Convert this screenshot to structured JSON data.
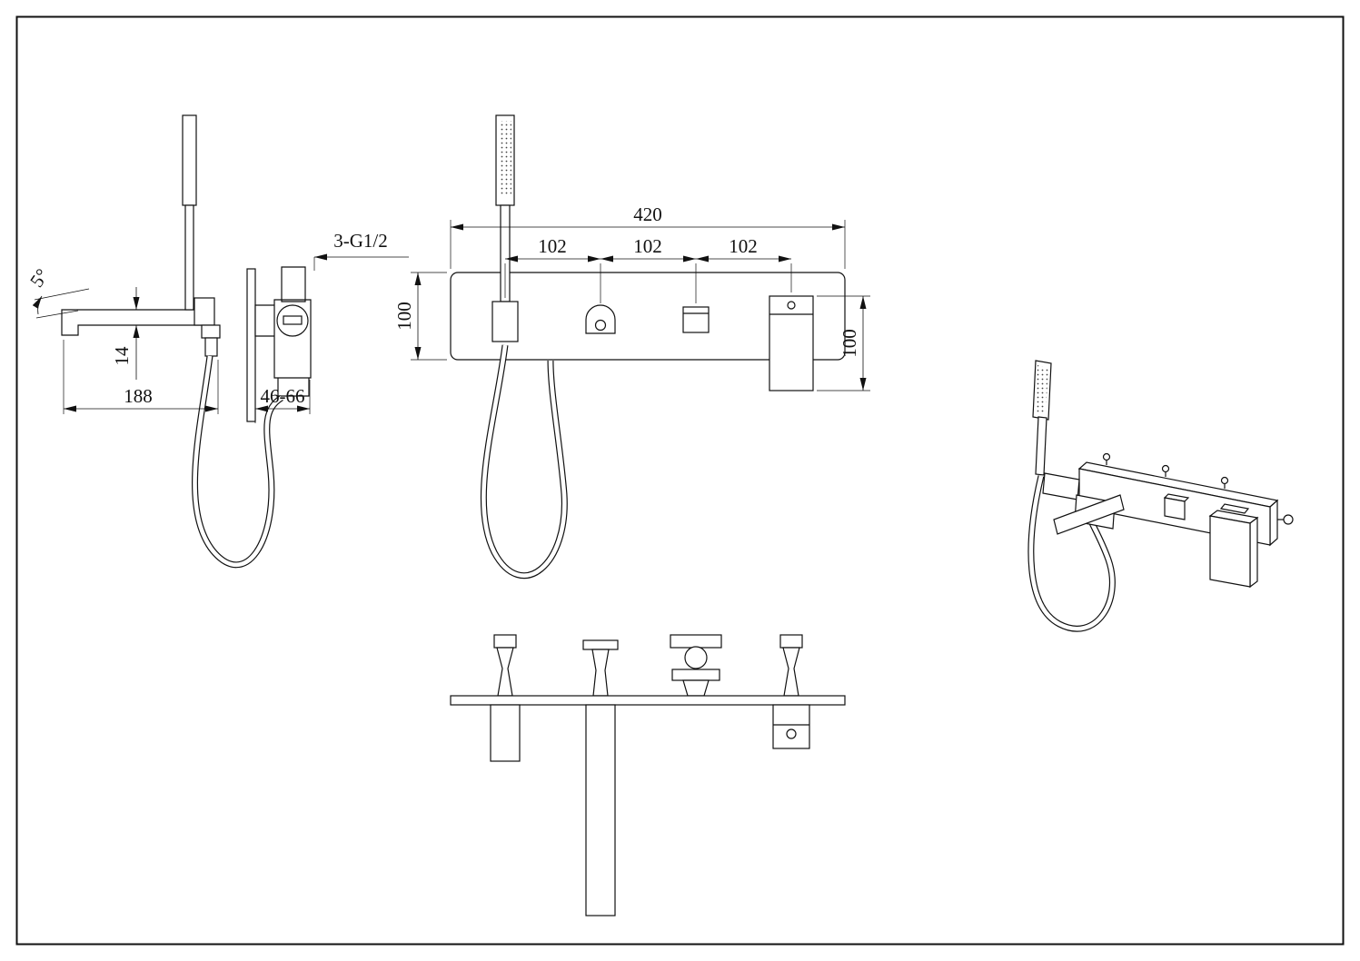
{
  "drawing": {
    "type": "technical-dimension-drawing",
    "subject": "wall-mounted bath mixer with hand shower",
    "colors": {
      "line": "#111111",
      "background": "#ffffff"
    },
    "side_view": {
      "angle_label": "5°",
      "spout_drop": "14",
      "spout_length": "188",
      "wall_depth_range": "46-66",
      "thread_label": "3-G1/2"
    },
    "front_view": {
      "total_width": "420",
      "spacing_1": "102",
      "spacing_2": "102",
      "spacing_3": "102",
      "plate_height": "100",
      "mixer_height": "100"
    }
  }
}
